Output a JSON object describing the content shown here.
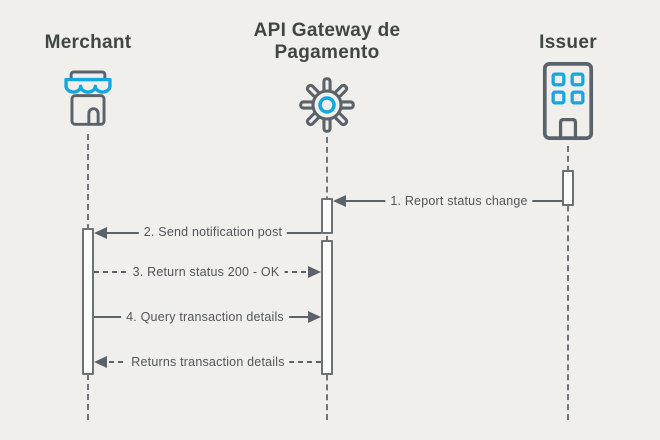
{
  "colors": {
    "background": "#f1efec",
    "accent_blue": "#14a7df",
    "stroke_gray": "#5b636a",
    "text_dark": "#3f4743",
    "label_text": "#50565a",
    "activation_fill": "#fbfbfa"
  },
  "participants": [
    {
      "label": "Merchant",
      "icon": "storefront-icon"
    },
    {
      "label": "API Gateway de Pagamento",
      "icon": "gear-icon"
    },
    {
      "label": "Issuer",
      "icon": "building-icon"
    }
  ],
  "messages": [
    {
      "label": "1. Report status change",
      "from": "Issuer",
      "to": "API Gateway de Pagamento",
      "line": "solid",
      "direction": "left"
    },
    {
      "label": "2. Send notification post",
      "from": "API Gateway de Pagamento",
      "to": "Merchant",
      "line": "solid",
      "direction": "left"
    },
    {
      "label": "3. Return status 200 - OK",
      "from": "Merchant",
      "to": "API Gateway de Pagamento",
      "line": "dashed",
      "direction": "right"
    },
    {
      "label": "4. Query transaction details",
      "from": "Merchant",
      "to": "API Gateway de Pagamento",
      "line": "solid",
      "direction": "right"
    },
    {
      "label": "Returns transaction details",
      "from": "API Gateway de Pagamento",
      "to": "Merchant",
      "line": "dashed",
      "direction": "left"
    }
  ]
}
